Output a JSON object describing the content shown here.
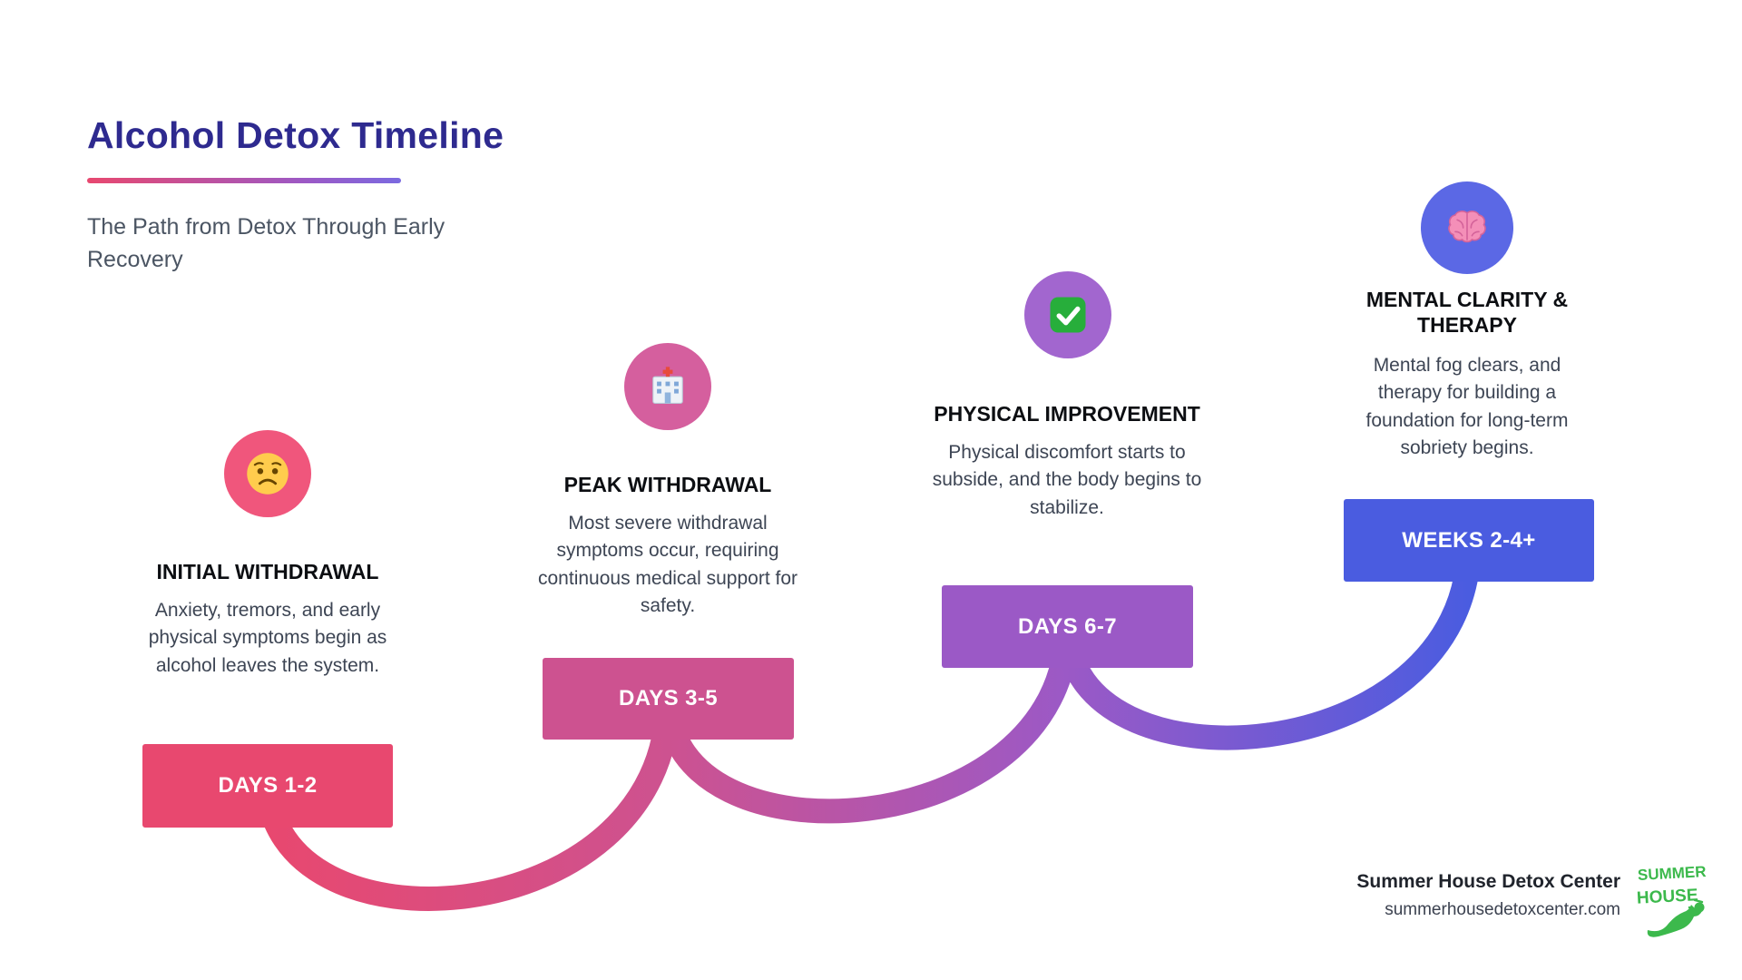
{
  "page": {
    "title": "Alcohol Detox Timeline",
    "subtitle": "The Path from Detox Through Early Recovery"
  },
  "stages": [
    {
      "icon": "worried-face-icon",
      "title": "INITIAL WITHDRAWAL",
      "description": "Anxiety, tremors, and early physical symptoms begin as alcohol leaves the system.",
      "label": "DAYS 1-2",
      "color": "#e8486f",
      "circle_color": "#f0567c"
    },
    {
      "icon": "hospital-icon",
      "title": "PEAK WITHDRAWAL",
      "description": "Most severe withdrawal symptoms occur, requiring continuous medical support for safety.",
      "label": "DAYS 3-5",
      "color": "#cd5290",
      "circle_color": "#d55f9e"
    },
    {
      "icon": "check-mark-icon",
      "title": "PHYSICAL IMPROVEMENT",
      "description": "Physical discomfort starts to subside, and the body begins to stabilize.",
      "label": "DAYS 6-7",
      "color": "#9b59c6",
      "circle_color": "#a266cf"
    },
    {
      "icon": "brain-icon",
      "title": "MENTAL CLARITY & THERAPY",
      "description": "Mental fog clears, and therapy for building a foundation for long-term sobriety begins.",
      "label": "WEEKS 2-4+",
      "color": "#4a5ce0",
      "circle_color": "#5b68e5"
    }
  ],
  "footer": {
    "org_name": "Summer House Detox Center",
    "website": "summerhousedetoxcenter.com",
    "logo_text_line1": "SUMMER",
    "logo_text_line2": "HOUSE"
  },
  "colors": {
    "title": "#2e2a8f",
    "underline_gradient": [
      "#e8486f",
      "#7b6ae0"
    ],
    "stage_colors": [
      "#e8486f",
      "#cd5290",
      "#9b59c6",
      "#4a5ce0"
    ],
    "logo_green": "#3cb94c",
    "text_dark": "#0c0e12",
    "text_gray": "#4b5563"
  }
}
